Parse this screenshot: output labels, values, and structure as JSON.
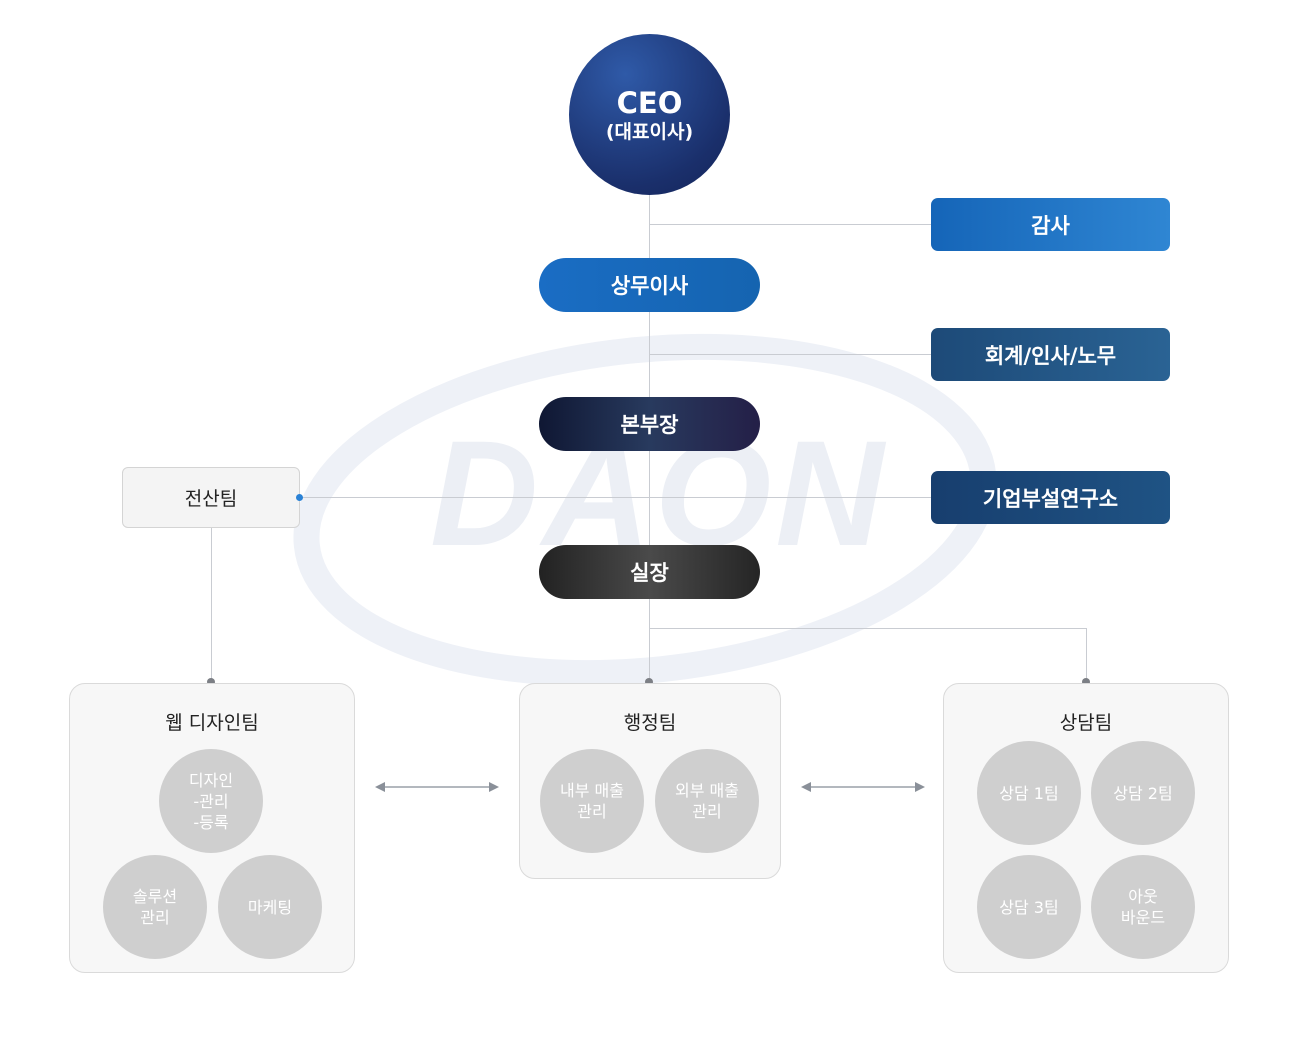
{
  "watermark": {
    "text": "DAON"
  },
  "ceo": {
    "title": "CEO",
    "subtitle": "(대표이사)"
  },
  "right_boxes": {
    "audit": "감사",
    "accounting": "회계/인사/노무",
    "research": "기업부설연구소"
  },
  "pills": {
    "managing_director": "상무이사",
    "head": "본부장",
    "office_head": "실장"
  },
  "it_team": "전산팀",
  "teams": {
    "web": {
      "title": "웹 디자인팀",
      "items": [
        "디자인\n-관리\n-등록",
        "솔루션\n관리",
        "마케팅"
      ]
    },
    "admin": {
      "title": "행정팀",
      "items": [
        "내부 매출\n관리",
        "외부 매출\n관리"
      ]
    },
    "consult": {
      "title": "상담팀",
      "items": [
        "상담 1팀",
        "상담 2팀",
        "상담 3팀",
        "아웃\n바운드"
      ]
    }
  },
  "colors": {
    "ceo": "#1c3a7a",
    "blue_pill": "#1a6fc0",
    "navy_box": "#1e4f7d",
    "dark_pill": "#1b1f3c",
    "black_pill": "#2b2b2b",
    "sub_circle": "#cfcfcf"
  }
}
